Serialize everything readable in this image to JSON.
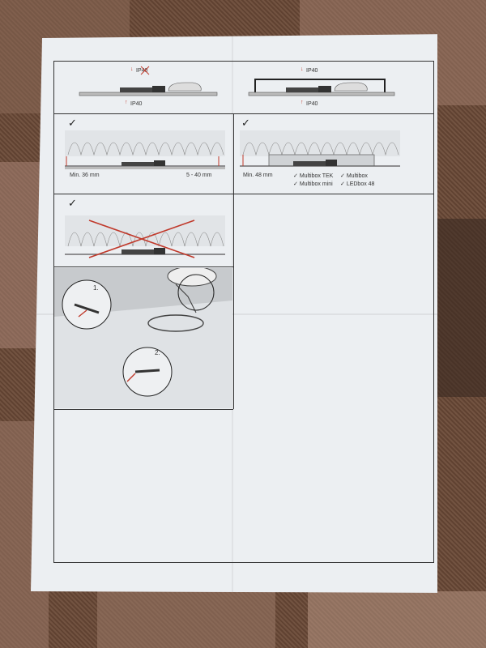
{
  "ip_labels": {
    "top_left_above": "IP40",
    "top_left_below": "IP40",
    "top_right_above": "IP40",
    "top_right_below": "IP40"
  },
  "measurements": {
    "min_36": "Min. 36 mm",
    "range_5_40": "5 - 40 mm",
    "min_48": "Min. 48 mm"
  },
  "compatible_boxes": [
    "Multibox TEK",
    "Multibox",
    "Multibox mini",
    "LEDbox 48"
  ],
  "check_mark": "✓",
  "steps": {
    "step1": "1.",
    "step2": "2."
  },
  "colors": {
    "warning_red": "#c0392b",
    "line": "#333333",
    "paper": "#eceff2"
  }
}
